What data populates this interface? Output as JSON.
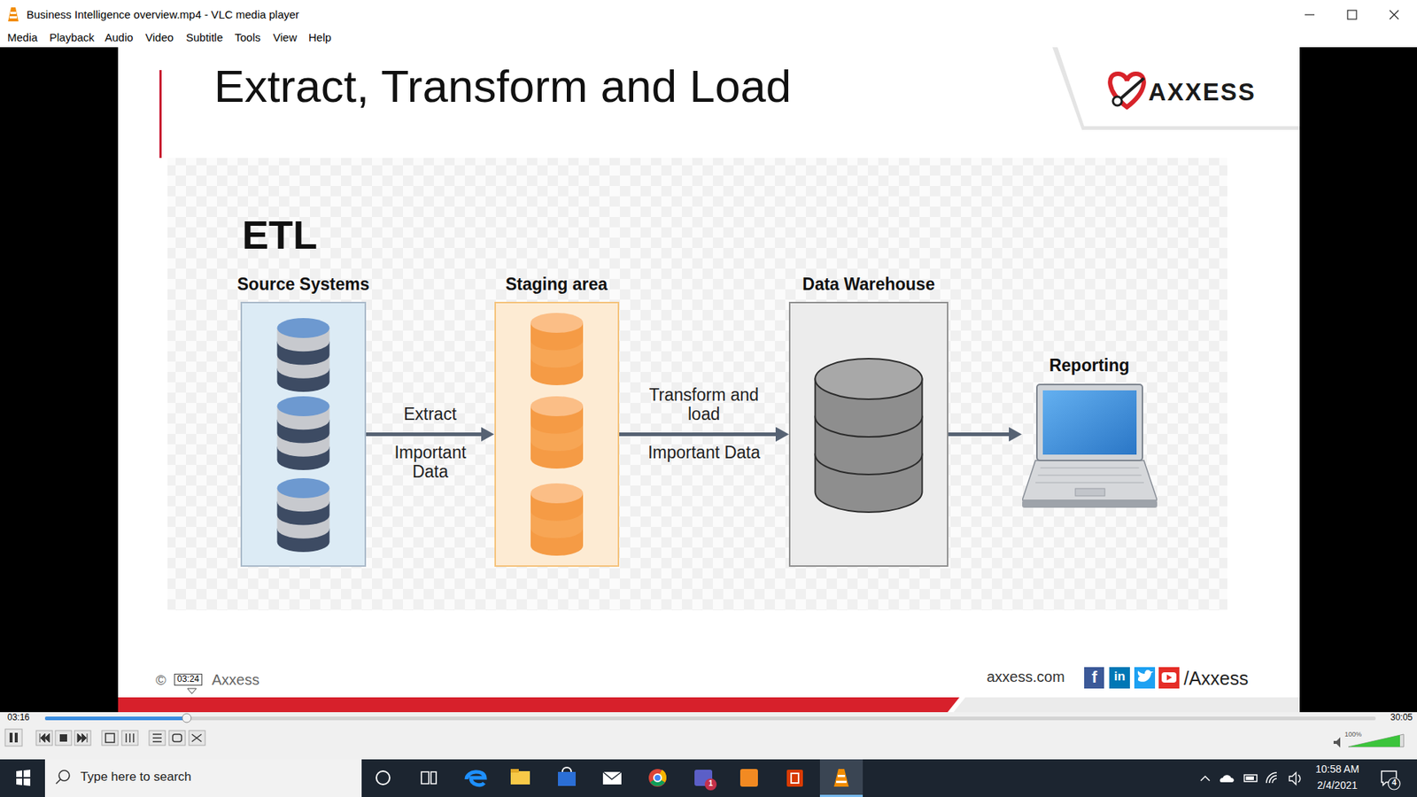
{
  "diagram": {
    "title": "Extract, Transform and Load",
    "nodes": [
      {
        "text": [
          "Source Systems"
        ]
      },
      {
        "text": [
          "Staging area"
        ]
      },
      {
        "text": [
          "Data Warehouse"
        ]
      },
      {
        "text": [
          "Reporting"
        ]
      }
    ],
    "edges": [
      {
        "from": 0,
        "to": 1,
        "arrow": "to",
        "label": "Extract"
      },
      {
        "from": 1,
        "to": 2,
        "arrow": "to",
        "label": "Transform and load"
      },
      {
        "from": 2,
        "to": 3,
        "arrow": "to"
      }
    ],
    "labels": [
      "Business Intelligence overview.mp4 - VLC media player",
      "Media",
      "Playback",
      "Audio",
      "Video",
      "Subtitle",
      "Tools",
      "View",
      "Help",
      "AXXESS",
      "ETL",
      "Important Data",
      "Important Data",
      "©",
      "03:24",
      "Axxess",
      "axxess.com",
      "f",
      "in",
      "/Axxess",
      "03:16",
      "30:05",
      "100%",
      "Type here to search",
      "10:58 AM",
      "2/4/2021",
      "1",
      "4"
    ]
  }
}
